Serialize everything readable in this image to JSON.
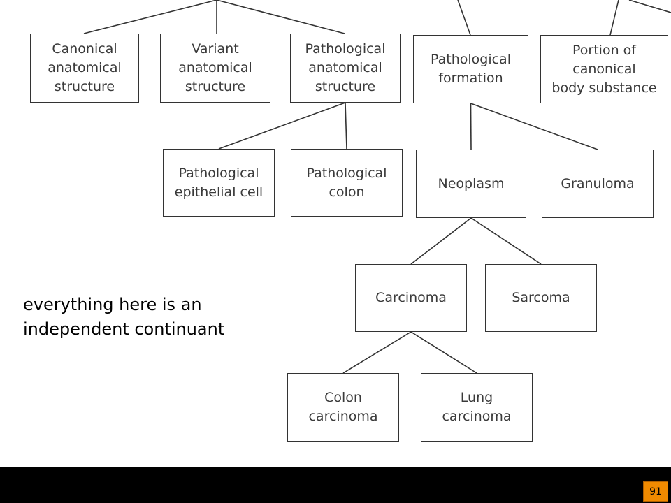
{
  "diagram": {
    "nodes": {
      "canonical": "Canonical\nanatomical\nstructure",
      "variant": "Variant\nanatomical\nstructure",
      "pathological_structure": "Pathological\nanatomical\nstructure",
      "pathological_formation": "Pathological\nformation",
      "portion_substance": "Portion of\ncanonical\nbody substance",
      "epithelial_cell": "Pathological\nepithelial cell",
      "pathological_colon": "Pathological\ncolon",
      "neoplasm": "Neoplasm",
      "granuloma": "Granuloma",
      "carcinoma": "Carcinoma",
      "sarcoma": "Sarcoma",
      "colon_carcinoma": "Colon\ncarcinoma",
      "lung_carcinoma": "Lung\ncarcinoma"
    },
    "edges": [
      [
        "pathological_structure",
        "epithelial_cell"
      ],
      [
        "pathological_structure",
        "pathological_colon"
      ],
      [
        "pathological_formation",
        "neoplasm"
      ],
      [
        "pathological_formation",
        "granuloma"
      ],
      [
        "neoplasm",
        "carcinoma"
      ],
      [
        "neoplasm",
        "sarcoma"
      ],
      [
        "carcinoma",
        "colon_carcinoma"
      ],
      [
        "carcinoma",
        "lung_carcinoma"
      ]
    ]
  },
  "note": "everything here is an\nindependent continuant",
  "page_number": "91",
  "colors": {
    "box_border": "#333333",
    "text": "#3a3a3a",
    "footer": "#000000",
    "page_badge": "#f08a00"
  }
}
